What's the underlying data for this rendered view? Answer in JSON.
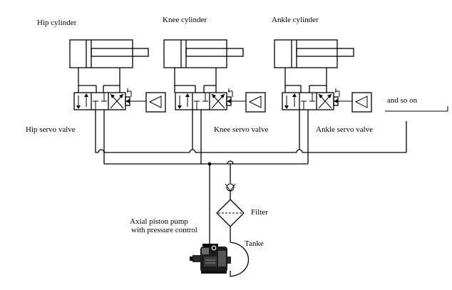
{
  "labels": {
    "hip_cylinder": "Hip cylinder",
    "knee_cylinder": "Knee cylinder",
    "ankle_cylinder": "Ankle cylinder",
    "hip_servo_valve": "Hip servo valve",
    "knee_servo_valve": "Knee servo valve",
    "ankle_servo_valve": "Ankle  servo valve",
    "and_so_on": "and so on",
    "filter": "Filter",
    "pump_line1": "Axial piston pump",
    "pump_line2": "with pressure control",
    "tank": "Tanke"
  },
  "icons": {
    "servo_amplifier": "triangle-in-box-icon",
    "check_valve": "check-valve-icon",
    "filter": "filter-diamond-icon",
    "pump": "axial-piston-pump-icon"
  }
}
